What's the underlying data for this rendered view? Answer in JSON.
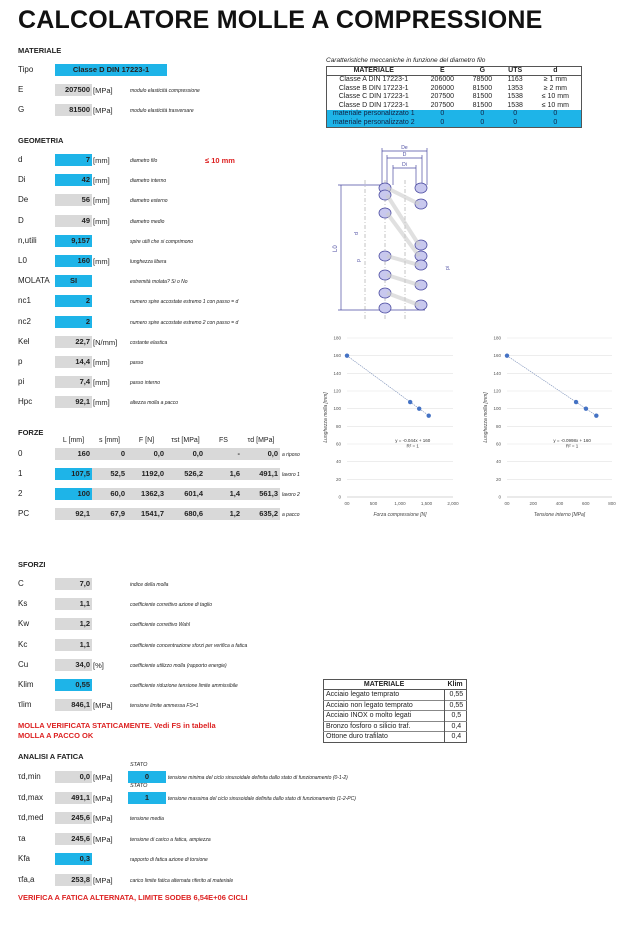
{
  "title": "CALCOLATORE MOLLE A COMPRESSIONE",
  "materiale": {
    "heading": "MATERIALE",
    "rows": [
      {
        "label": "Tipo",
        "value": "Classe D DIN 17223-1",
        "unit": "",
        "desc": "",
        "input": true,
        "wide": true
      },
      {
        "label": "E",
        "value": "207500",
        "unit": "[MPa]",
        "desc": "modulo elasticità compressione",
        "input": false
      },
      {
        "label": "G",
        "value": "81500",
        "unit": "[MPa]",
        "desc": "modulo elasticità trasversare",
        "input": false
      }
    ]
  },
  "geometria": {
    "heading": "GEOMETRIA",
    "note": "≤ 10 mm",
    "rows": [
      {
        "label": "d",
        "value": "7",
        "unit": "[mm]",
        "desc": "diametro filo",
        "input": true
      },
      {
        "label": "Di",
        "value": "42",
        "unit": "[mm]",
        "desc": "diametro interno",
        "input": true
      },
      {
        "label": "De",
        "value": "56",
        "unit": "[mm]",
        "desc": "diametro esterno",
        "input": false
      },
      {
        "label": "D",
        "value": "49",
        "unit": "[mm]",
        "desc": "diametro medio",
        "input": false
      },
      {
        "label": "n,utili",
        "value": "9,157",
        "unit": "",
        "desc": "spire utili che si comprimono",
        "input": true
      },
      {
        "label": "L0",
        "value": "160",
        "unit": "[mm]",
        "desc": "lunghezza libera",
        "input": true
      },
      {
        "label": "MOLATA",
        "value": "SI",
        "unit": "",
        "desc": "estremità molata? Si o No",
        "input": true,
        "center": true
      },
      {
        "label": "nc1",
        "value": "2",
        "unit": "",
        "desc": "numero spire accostate estremo 1 con passo = d",
        "input": true
      },
      {
        "label": "nc2",
        "value": "2",
        "unit": "",
        "desc": "numero spire accostate estremo 2 con passo = d",
        "input": true
      },
      {
        "label": "Kel",
        "value": "22,7",
        "unit": "[N/mm]",
        "desc": "costante elastica",
        "input": false
      },
      {
        "label": "p",
        "value": "14,4",
        "unit": "[mm]",
        "desc": "passo",
        "input": false
      },
      {
        "label": "pi",
        "value": "7,4",
        "unit": "[mm]",
        "desc": "passo interno",
        "input": false
      },
      {
        "label": "Hpc",
        "value": "92,1",
        "unit": "[mm]",
        "desc": "altezza molla a pacco",
        "input": false
      }
    ]
  },
  "forze": {
    "heading": "FORZE",
    "headers": [
      "L [mm]",
      "s [mm]",
      "F [N]",
      "τst [MPa]",
      "FS",
      "τd [MPa]"
    ],
    "rows": [
      {
        "label": "0",
        "cells": [
          "160",
          "0",
          "0,0",
          "0,0",
          "-",
          "0,0"
        ],
        "note": "a riposo",
        "input": false
      },
      {
        "label": "1",
        "cells": [
          "107,5",
          "52,5",
          "1192,0",
          "526,2",
          "1,6",
          "491,1"
        ],
        "note": "lavoro 1",
        "input": true
      },
      {
        "label": "2",
        "cells": [
          "100",
          "60,0",
          "1362,3",
          "601,4",
          "1,4",
          "561,3"
        ],
        "note": "lavoro 2",
        "input": true
      },
      {
        "label": "PC",
        "cells": [
          "92,1",
          "67,9",
          "1541,7",
          "680,6",
          "1,2",
          "635,2"
        ],
        "note": "a pacco",
        "input": false
      }
    ]
  },
  "mat_table": {
    "caption": "Caratteristiche meccaniche in funzione del diametro filo",
    "headers": [
      "MATERIALE",
      "E",
      "G",
      "UTS",
      "d"
    ],
    "rows": [
      [
        "Classe A DIN 17223-1",
        "206000",
        "78500",
        "1163",
        "≥ 1 mm"
      ],
      [
        "Classe B DIN 17223-1",
        "206000",
        "81500",
        "1353",
        "≥ 2 mm"
      ],
      [
        "Classe C DIN 17223-1",
        "207500",
        "81500",
        "1538",
        "≤ 10 mm"
      ],
      [
        "Classe D DIN 17223-1",
        "207500",
        "81500",
        "1538",
        "≤ 10 mm"
      ],
      [
        "materiale personalizzato 1",
        "0",
        "0",
        "0",
        "0"
      ],
      [
        "materiale personalizzato 2",
        "0",
        "0",
        "0",
        "0"
      ]
    ]
  },
  "diagram": {
    "labels": [
      "De",
      "D",
      "Di",
      "L0",
      "d",
      "p",
      "pi"
    ]
  },
  "chart_data": [
    {
      "type": "scatter",
      "xlabel": "Forza compressione [N]",
      "ylabel": "Lunghezza molla [mm]",
      "x": [
        0,
        1192,
        1362.3,
        1541.7
      ],
      "y": [
        160,
        107.5,
        100,
        92.1
      ],
      "xlim": [
        0,
        2000
      ],
      "ylim": [
        0,
        180
      ],
      "xticks": [
        "00",
        "500",
        "1,000",
        "1,500",
        "2,000"
      ],
      "yticks": [
        "0",
        "20",
        "40",
        "60",
        "80",
        "100",
        "120",
        "140",
        "160",
        "180"
      ],
      "trendline": "y = -0.044x + 160",
      "r2": "R² = 1",
      "slope": -0.044,
      "intercept": 160
    },
    {
      "type": "scatter",
      "xlabel": "Tensione interno [MPa]",
      "ylabel": "Lunghezza molla [mm]",
      "x": [
        0,
        526.2,
        601.4,
        680.6
      ],
      "y": [
        160,
        107.5,
        100,
        92.1
      ],
      "xlim": [
        0,
        800
      ],
      "ylim": [
        0,
        180
      ],
      "xticks": [
        "00",
        "200",
        "400",
        "600",
        "800"
      ],
      "yticks": [
        "0",
        "20",
        "40",
        "60",
        "80",
        "100",
        "120",
        "140",
        "160",
        "180"
      ],
      "trendline": "y = -0.0998x + 160",
      "r2": "R² = 1",
      "slope": -0.0998,
      "intercept": 160
    }
  ],
  "sforzi": {
    "heading": "SFORZI",
    "rows": [
      {
        "label": "C",
        "value": "7,0",
        "unit": "",
        "desc": "indice della molla",
        "input": false
      },
      {
        "label": "Ks",
        "value": "1,1",
        "unit": "",
        "desc": "coefficiente correttivo azione di taglio",
        "input": false
      },
      {
        "label": "Kw",
        "value": "1,2",
        "unit": "",
        "desc": "coefficiente correttivo Wahl",
        "input": false
      },
      {
        "label": "Kc",
        "value": "1,1",
        "unit": "",
        "desc": "coefficiente concentrazione sforzi per verifica a fatica",
        "input": false
      },
      {
        "label": "Cu",
        "value": "34,0",
        "unit": "[%]",
        "desc": "coefficiente utilizzo molla (rapporto energie)",
        "input": false
      },
      {
        "label": "Klim",
        "value": "0,55",
        "unit": "",
        "desc": "coefficiente riduzione tensione limite ammissibile",
        "input": true
      },
      {
        "label": "τlim",
        "value": "846,1",
        "unit": "[MPa]",
        "desc": "tensione limite ammessa FS=1",
        "input": false
      }
    ],
    "msg1": "MOLLA VERIFICATA STATICAMENTE. Vedi FS in tabella",
    "msg2": "MOLLA A PACCO OK"
  },
  "klim_table": {
    "headers": [
      "MATERIALE",
      "Klim"
    ],
    "rows": [
      [
        "Acciaio legato temprato",
        "0,55"
      ],
      [
        "Acciaio non legato temprato",
        "0,55"
      ],
      [
        "Acciaio INOX o molto legati",
        "0,5"
      ],
      [
        "Bronzo fosforo o silicio traf.",
        "0,4"
      ],
      [
        "Ottone duro trafilato",
        "0,4"
      ]
    ]
  },
  "fatica": {
    "heading": "ANALISI A FATICA",
    "stato_label": "STATO",
    "rows": [
      {
        "label": "τd,min",
        "value": "0,0",
        "unit": "[MPa]",
        "stato": "0",
        "desc": "tensione minima del ciclo sinusoidale definita dallo stato di funzionamento (0-1-2)",
        "input": false
      },
      {
        "label": "τd,max",
        "value": "491,1",
        "unit": "[MPa]",
        "stato": "1",
        "desc": "tensione massima del ciclo sinusoidale definita dallo stato di funzionamento (1-2-PC)",
        "input": false
      },
      {
        "label": "τd,med",
        "value": "245,6",
        "unit": "[MPa]",
        "desc": "tensione media",
        "input": false
      },
      {
        "label": "τa",
        "value": "245,6",
        "unit": "[MPa]",
        "desc": "tensione di carico a fatica, ampiezza",
        "input": false
      },
      {
        "label": "Kfa",
        "value": "0,3",
        "unit": "",
        "desc": "rapporto di fatica azione di torsione",
        "input": true
      },
      {
        "label": "τfa,a",
        "value": "253,8",
        "unit": "[MPa]",
        "desc": "carico limite fatica alternata riferito al materiale",
        "input": false
      }
    ],
    "msg": "VERIFICA A FATICA ALTERNATA, LIMITE SODEB  6,54E+06  CICLI"
  },
  "colors": {
    "input": "#1eb4e8",
    "computed": "#d9d9d9",
    "alert": "#dd2222",
    "chart": "#4472c4"
  }
}
